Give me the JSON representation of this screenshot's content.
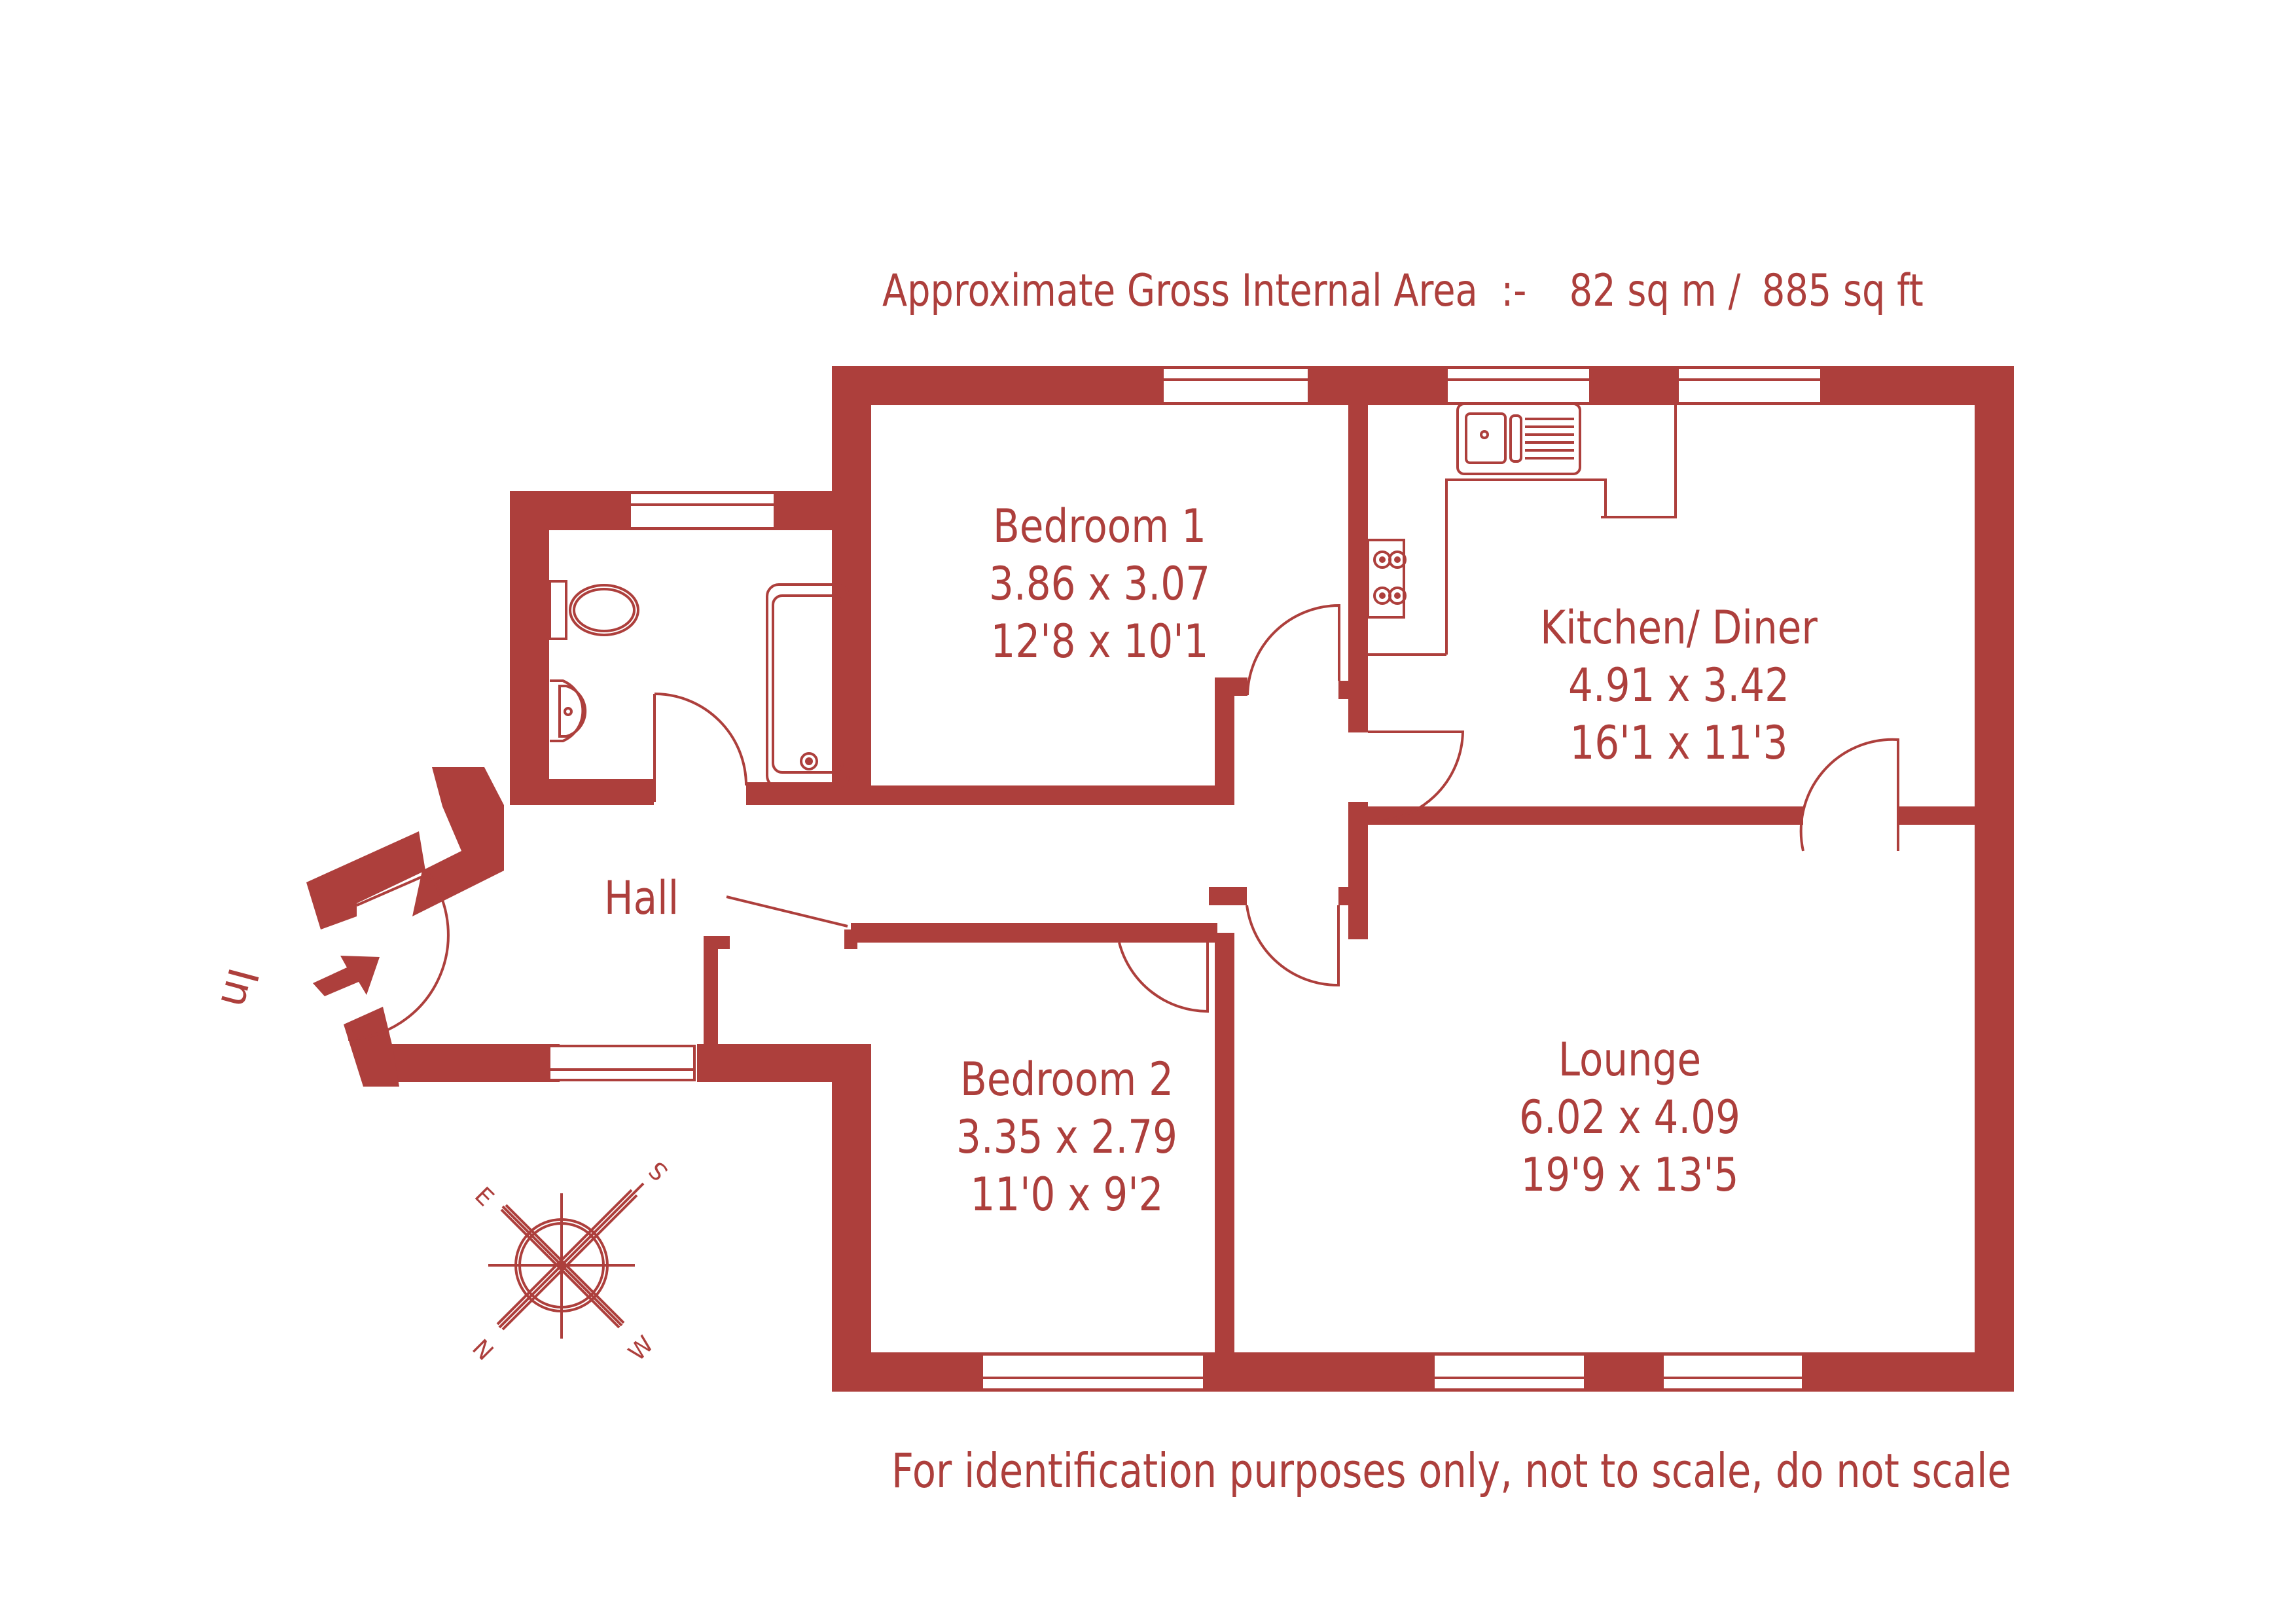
{
  "header": {
    "area_label": "Approximate Gross Internal Area",
    "separator": ":-",
    "area_metric": "82 sq m /",
    "area_imperial": "885 sq ft"
  },
  "footer": {
    "disclaimer": "For identification purposes only, not to scale, do not scale"
  },
  "rooms": [
    {
      "name": "Bedroom 1",
      "metric": "3.86 x 3.07",
      "imperial": "12'8 x 10'1"
    },
    {
      "name": "Kitchen/ Diner",
      "metric": "4.91 x 3.42",
      "imperial": "16'1 x 11'3"
    },
    {
      "name": "Bedroom 2",
      "metric": "3.35 x 2.79",
      "imperial": "11'0 x 9'2"
    },
    {
      "name": "Lounge",
      "metric": "6.02 x 4.09",
      "imperial": "19'9 x 13'5"
    },
    {
      "name": "Hall"
    }
  ],
  "entrance": {
    "label": "In"
  },
  "compass": {
    "n": "N",
    "e": "E",
    "s": "S",
    "w": "W"
  },
  "colors": {
    "wall": "#ad3f3c",
    "background": "#ffffff"
  }
}
